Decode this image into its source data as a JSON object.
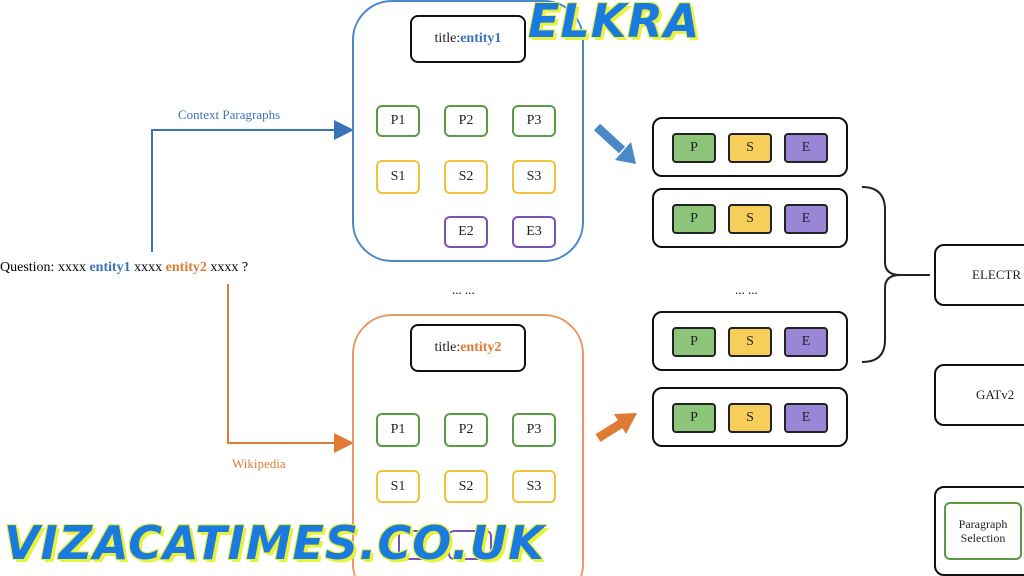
{
  "watermark_top": "ELKRA",
  "watermark_bottom": "VIZACATIMES.CO.UK",
  "question": {
    "prefix": "Question: xxxx ",
    "entity1": "entity1",
    "middle": " xxxx ",
    "entity2": "entity2",
    "suffix": " xxxx ?"
  },
  "context_label": "Context Paragraphs",
  "wikipedia_label": "Wikipedia",
  "top_graph": {
    "title_prefix": "title: ",
    "title_entity": "entity1",
    "paragraphs": [
      "P1",
      "P2",
      "P3"
    ],
    "sentences": [
      "S1",
      "S2",
      "S3"
    ],
    "entities": [
      "E2",
      "E3"
    ]
  },
  "bottom_graph": {
    "title_prefix": "title: ",
    "title_entity": "entity2",
    "paragraphs": [
      "P1",
      "P2",
      "P3"
    ],
    "sentences": [
      "S1",
      "S2",
      "S3"
    ]
  },
  "ellipsis_middle": "... ...",
  "ellipsis_right": "... ...",
  "pse_chips": [
    "P",
    "S",
    "E"
  ],
  "side_boxes": {
    "electra": "ELECTR",
    "gat": "GATv2",
    "paragraph_selection": "Paragraph Selection"
  },
  "colors": {
    "blue": "#3a73b8",
    "orange": "#e07b35",
    "green": "#5a9b45",
    "yellow": "#f2c23a",
    "purple": "#7b52b2",
    "watermark": "#1a7ae0",
    "watermark_shadow": "#e8f23a"
  }
}
